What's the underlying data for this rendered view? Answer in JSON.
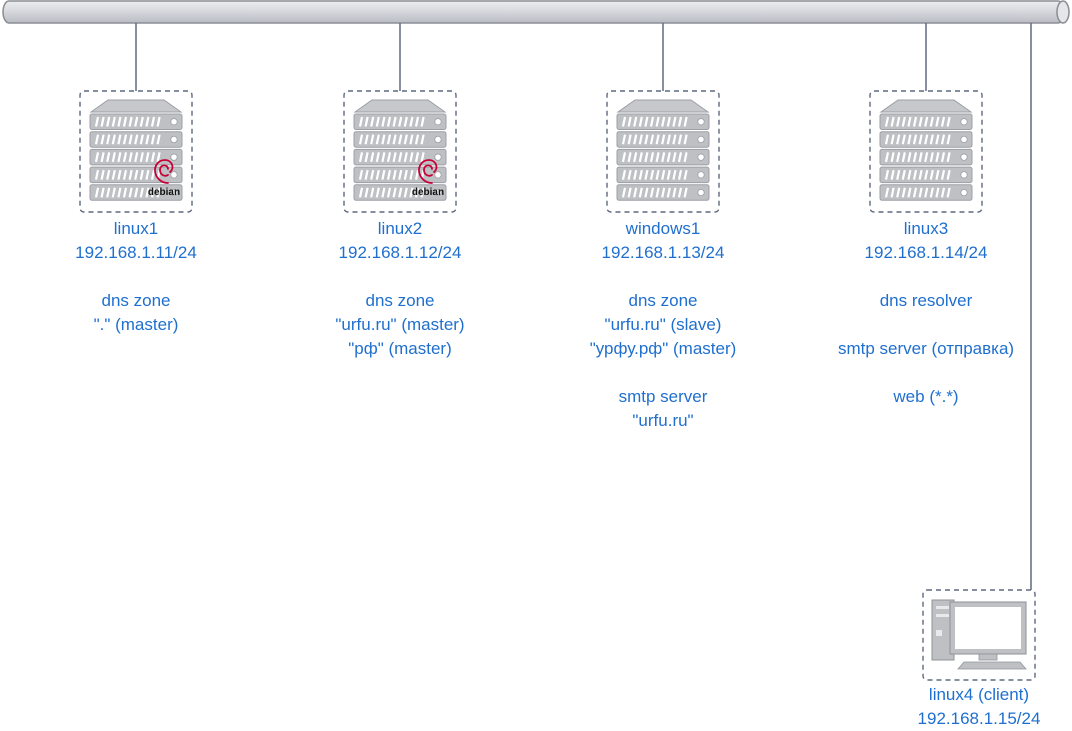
{
  "colors": {
    "label_text": "#1f6fcf",
    "bus_fill": "#d4d6db",
    "bus_stroke": "#8a8d93",
    "frame_stroke": "#5e6a80",
    "server_fill": "#bec0c4",
    "debian_red": "#c70036"
  },
  "icons": {
    "server": "server-rack-icon",
    "debian": "debian-logo",
    "computer": "desktop-computer-icon"
  },
  "nodes": [
    {
      "id": "linux1",
      "icon": "server",
      "logo": "debian",
      "lines": [
        "linux1",
        "192.168.1.11/24",
        "",
        "dns zone",
        "\".\" (master)"
      ]
    },
    {
      "id": "linux2",
      "icon": "server",
      "logo": "debian",
      "lines": [
        "linux2",
        "192.168.1.12/24",
        "",
        "dns zone",
        "\"urfu.ru\" (master)",
        "\"рф\" (master)"
      ]
    },
    {
      "id": "windows1",
      "icon": "server",
      "logo": "",
      "lines": [
        "windows1",
        "192.168.1.13/24",
        "",
        "dns zone",
        "\"urfu.ru\" (slave)",
        "\"урфу.рф\" (master)",
        "",
        "smtp server",
        "\"urfu.ru\""
      ]
    },
    {
      "id": "linux3",
      "icon": "server",
      "logo": "",
      "lines": [
        "linux3",
        "192.168.1.14/24",
        "",
        "dns resolver",
        "",
        "smtp server (отправка)",
        "",
        "web (*.*)"
      ]
    },
    {
      "id": "linux4",
      "icon": "computer",
      "logo": "",
      "lines": [
        "linux4 (client)",
        "192.168.1.15/24"
      ]
    }
  ],
  "debian_logo_text": "debian"
}
